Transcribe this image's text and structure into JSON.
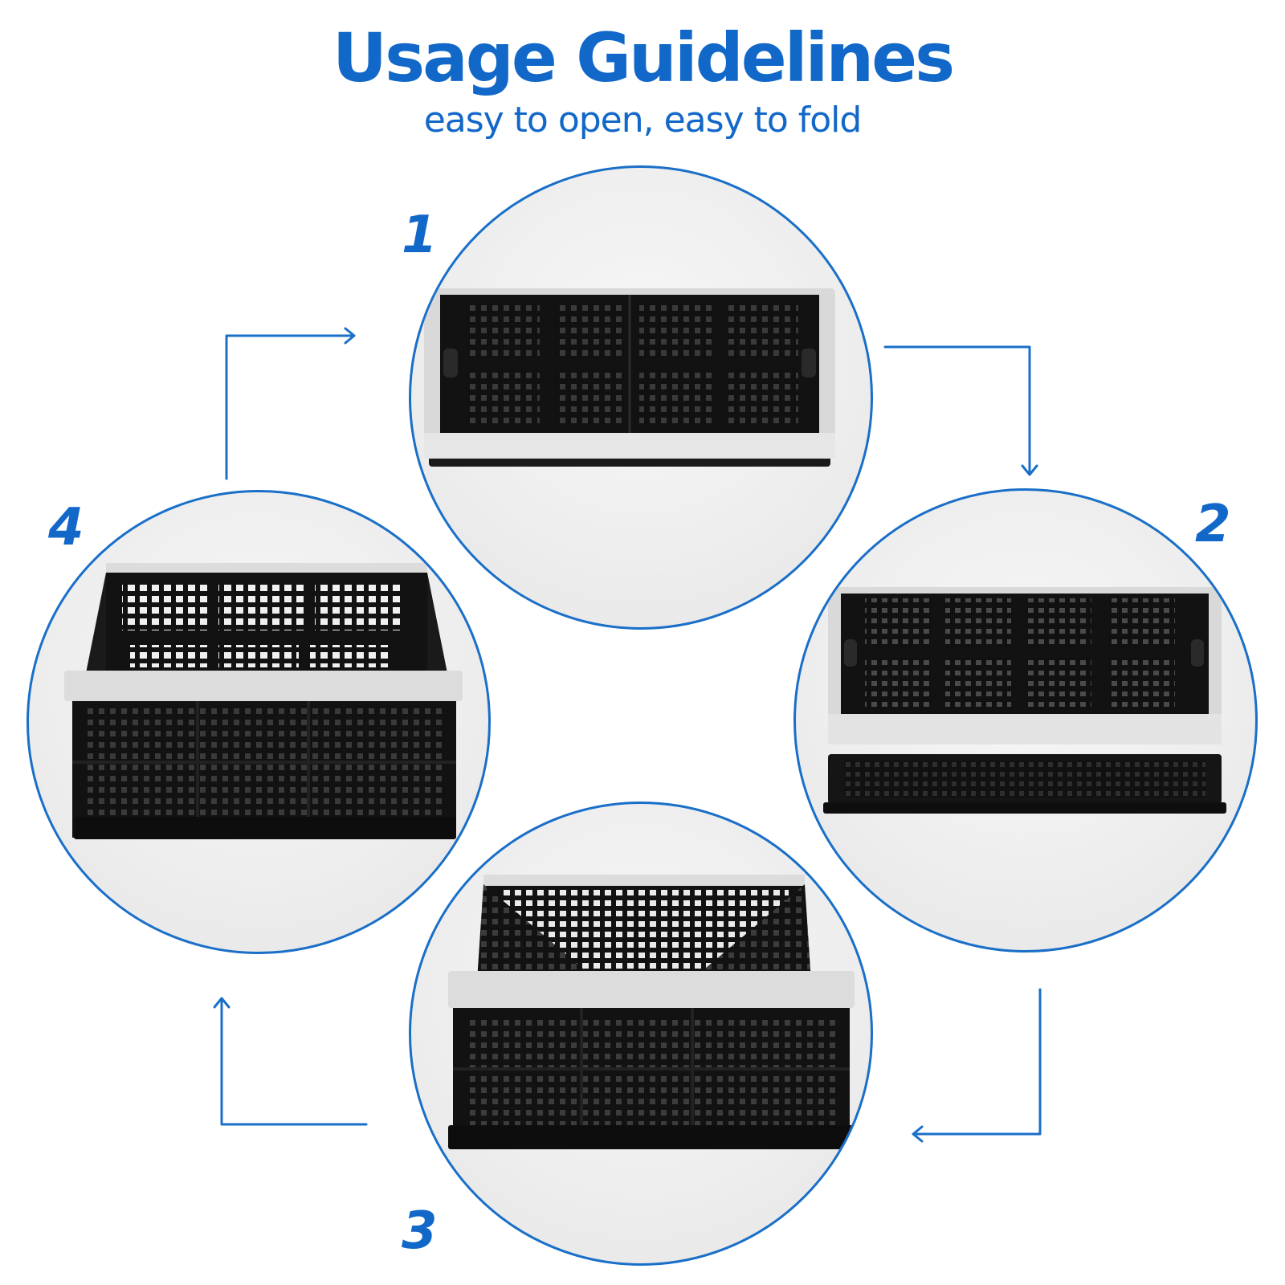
{
  "header": {
    "title": "Usage Guidelines",
    "subtitle": "easy to open, easy to fold"
  },
  "steps": [
    {
      "number": "1",
      "state": "folded-flat"
    },
    {
      "number": "2",
      "state": "lifting-frame"
    },
    {
      "number": "3",
      "state": "unfolding-walls"
    },
    {
      "number": "4",
      "state": "fully-open"
    }
  ],
  "colors": {
    "accent": "#1268c8",
    "crate_body": "#141414",
    "crate_rim": "#dedede",
    "background": "#ffffff"
  }
}
